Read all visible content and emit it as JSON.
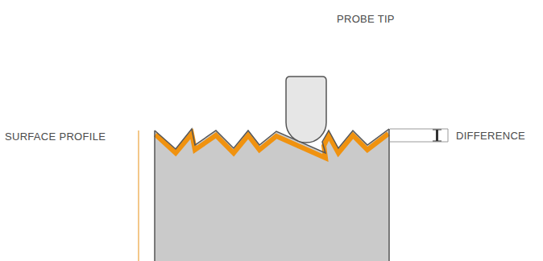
{
  "diagram": {
    "labels": [
      "PROBE TIP",
      "SURFACE PROFILE",
      "DIFFERENCE"
    ]
  }
}
